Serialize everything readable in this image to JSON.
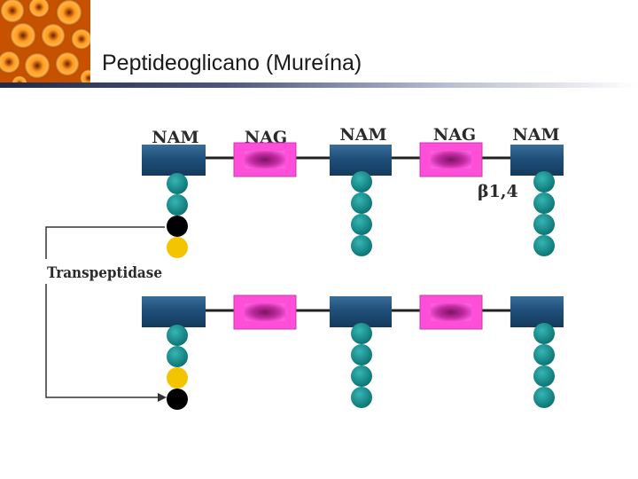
{
  "slide": {
    "title": "Peptideoglicano (Mureína)"
  },
  "diagram": {
    "top_labels": [
      "NAM",
      "NAG",
      "NAM",
      "NAG",
      "NAM"
    ],
    "bond_label": "β1,4",
    "enzyme_label": "Transpeptidase",
    "colors": {
      "nam": "#1f4f7a",
      "nag": "#e040c0",
      "amino_acid": "#0e8c8c",
      "terminal_black": "#000000",
      "terminal_yellow": "#f5c400",
      "header_rule": "#3b4670"
    }
  }
}
